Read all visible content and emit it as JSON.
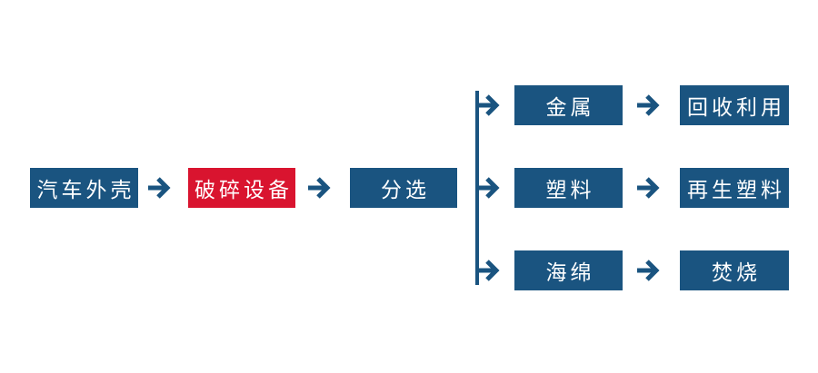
{
  "colors": {
    "background": "#ffffff",
    "box_blue": "#1a5480",
    "box_red": "#d9142f",
    "arrow": "#1a5480",
    "line": "#1a5480",
    "text": "#ffffff"
  },
  "flowchart": {
    "nodes": {
      "car_shell": "汽车外壳",
      "crushing_equipment": "破碎设备",
      "sorting": "分选",
      "metal": "金属",
      "recycling": "回收利用",
      "plastic": "塑料",
      "recycled_plastic": "再生塑料",
      "sponge": "海绵",
      "incineration": "焚烧"
    }
  }
}
